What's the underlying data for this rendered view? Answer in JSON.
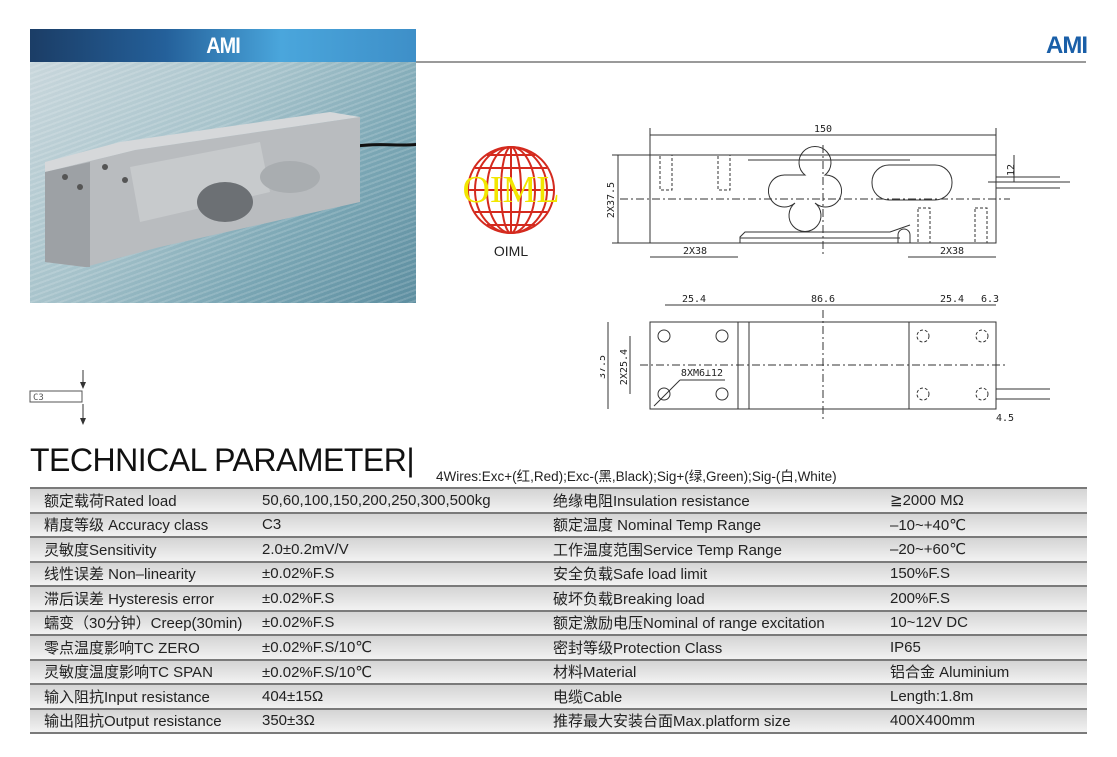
{
  "header": {
    "title": "AMI",
    "brand": "AMI"
  },
  "certification": {
    "logo_text": "OIML",
    "caption": "OIML"
  },
  "drawing": {
    "side_view": {
      "length": "150",
      "height": "2X37.5",
      "left_hole_span": "2X38",
      "right_hole_span": "2X38",
      "cable_offset": "12"
    },
    "top_view": {
      "left_spacing": "25.4",
      "middle_spacing": "86.6",
      "right_spacing": "25.4",
      "end_offset": "6.3",
      "width": "37.5",
      "hole_row_spacing": "2X25.4",
      "thread_spec": "8XM6⊥12",
      "cable_offset": "4.5"
    },
    "accuracy_symbol": "C3"
  },
  "section": {
    "title": "TECHNICAL PARAMETER|",
    "wires": "4Wires:Exc+(红,Red);Exc-(黑,Black);Sig+(绿,Green);Sig-(白,White)"
  },
  "specs": [
    {
      "label": "额定载荷Rated load",
      "value": "50,60,100,150,200,250,300,500kg",
      "label2": "绝缘电阻Insulation resistance",
      "value2": "≧2000 MΩ"
    },
    {
      "label": "精度等级 Accuracy class",
      "value": "C3",
      "label2": "额定温度 Nominal Temp Range",
      "value2": "–10~+40℃"
    },
    {
      "label": "灵敏度Sensitivity",
      "value": "2.0±0.2mV/V",
      "label2": "工作温度范围Service Temp Range",
      "value2": "–20~+60℃"
    },
    {
      "label": "线性误差 Non–linearity",
      "value": "±0.02%F.S",
      "label2": "安全负载Safe load limit",
      "value2": "150%F.S"
    },
    {
      "label": "滞后误差 Hysteresis error",
      "value": "±0.02%F.S",
      "label2": "破坏负载Breaking load",
      "value2": "200%F.S"
    },
    {
      "label": "蠕变（30分钟）Creep(30min)",
      "value": "±0.02%F.S",
      "label2": "额定激励电压Nominal of range excitation",
      "value2": "10~12V DC"
    },
    {
      "label": "零点温度影响TC ZERO",
      "value": "±0.02%F.S/10℃",
      "label2": "密封等级Protection Class",
      "value2": "IP65"
    },
    {
      "label": "灵敏度温度影响TC SPAN",
      "value": "±0.02%F.S/10℃",
      "label2": "材料Material",
      "value2": "铝合金 Aluminium"
    },
    {
      "label": "输入阻抗Input resistance",
      "value": "404±15Ω",
      "label2": "电缆Cable",
      "value2": "Length:1.8m"
    },
    {
      "label": "输出阻抗Output resistance",
      "value": "350±3Ω",
      "label2": "推荐最大安装台面Max.platform size",
      "value2": "400X400mm"
    }
  ]
}
